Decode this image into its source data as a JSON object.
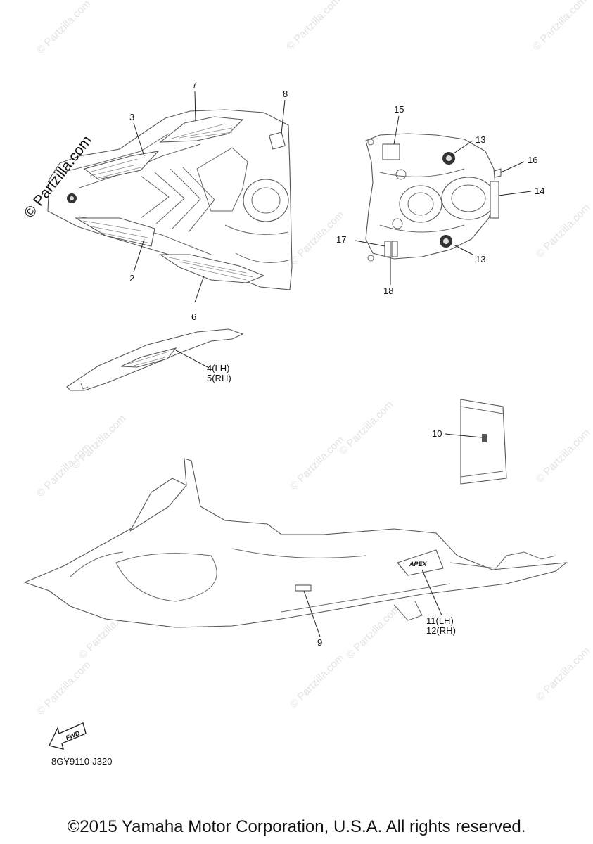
{
  "watermark": "© Partzilla.com",
  "brand_overlay": "© Partzilla.com",
  "callouts": {
    "c1": "2",
    "c2": "3",
    "c3": "6",
    "c4": "7",
    "c5": "8",
    "c6": "4(LH)",
    "c7": "5(RH)",
    "c8": "15",
    "c9": "13",
    "c10": "16",
    "c11": "14",
    "c12": "17",
    "c13": "13",
    "c14": "18",
    "c15": "10",
    "c16": "9",
    "c17": "11(LH)",
    "c18": "12(RH)"
  },
  "fwd_label": "FWD",
  "apex_label": "APEX",
  "drawing_code": "8GY9110-J320",
  "copyright": "©2015 Yamaha Motor Corporation, U.S.A. All rights reserved."
}
